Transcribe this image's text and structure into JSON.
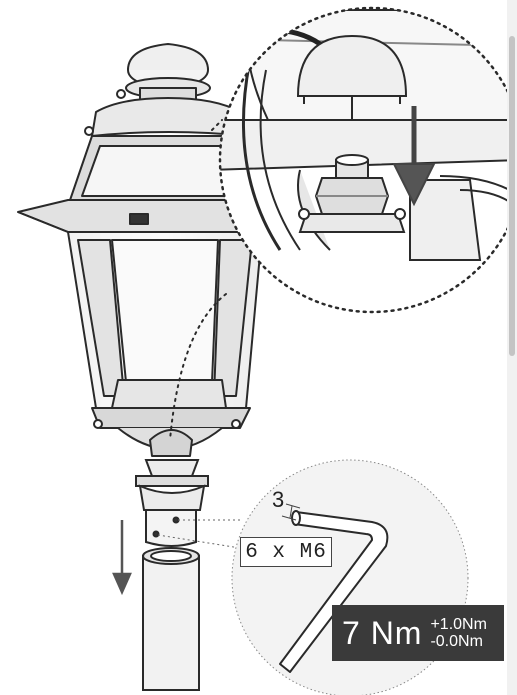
{
  "callout": {
    "quantity_label": "6 x M6",
    "dimension_label": "3",
    "torque": {
      "value": "7 Nm",
      "tol_plus": "+1.0Nm",
      "tol_minus": "-0.0Nm"
    }
  },
  "colors": {
    "line": "#2a2a2a",
    "detail_circle": "#777777",
    "arrow": "#555555",
    "badge_bg": "#3a3a3a",
    "badge_text": "#ffffff"
  },
  "icons": [
    "lantern",
    "dome-cap",
    "hex-nut",
    "down-arrow",
    "pole",
    "hex-key"
  ]
}
